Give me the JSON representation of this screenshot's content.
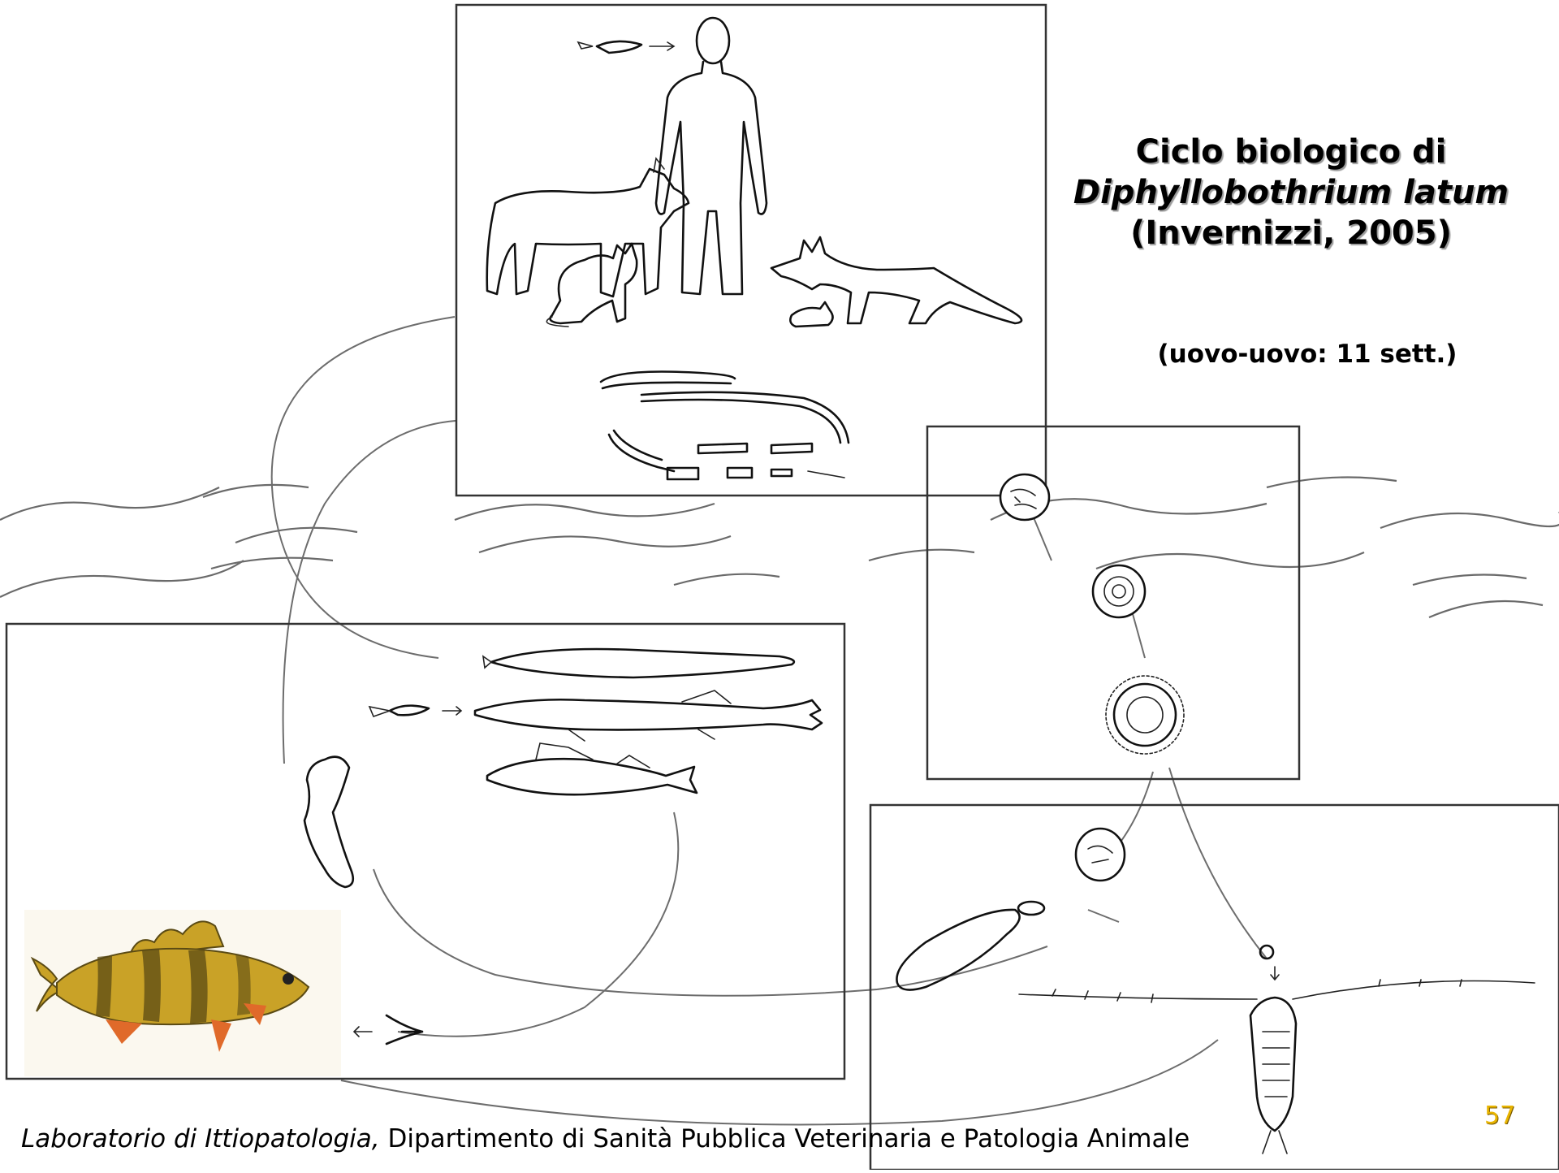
{
  "slide": {
    "title": {
      "line1": "Ciclo biologico di",
      "line2": "Diphyllobothrium latum",
      "line3": "(Invernizzi, 2005)"
    },
    "subtitle": "(uovo-uovo: 11 sett.)",
    "footer": {
      "lab": "Laboratorio di Ittiopatologia,",
      "department": "Dipartimento di Sanità Pubblica Veterinaria e Patologia Animale"
    },
    "page_number": "57"
  },
  "colors": {
    "page_number": "#e8b400",
    "perch_body": "#c9a227",
    "perch_bands": "#5a4a14",
    "perch_fins": "#e06a2a"
  },
  "icons": [
    "human-host-icon",
    "dog-host-icon",
    "cat-host-icon",
    "fox-host-icon",
    "adult-tapeworm-icon",
    "egg-icon",
    "coracidium-icon",
    "copepod-icon",
    "procercoid-icon",
    "plerocercoid-icon",
    "pike-icon",
    "perch-icon",
    "small-fish-icon"
  ]
}
